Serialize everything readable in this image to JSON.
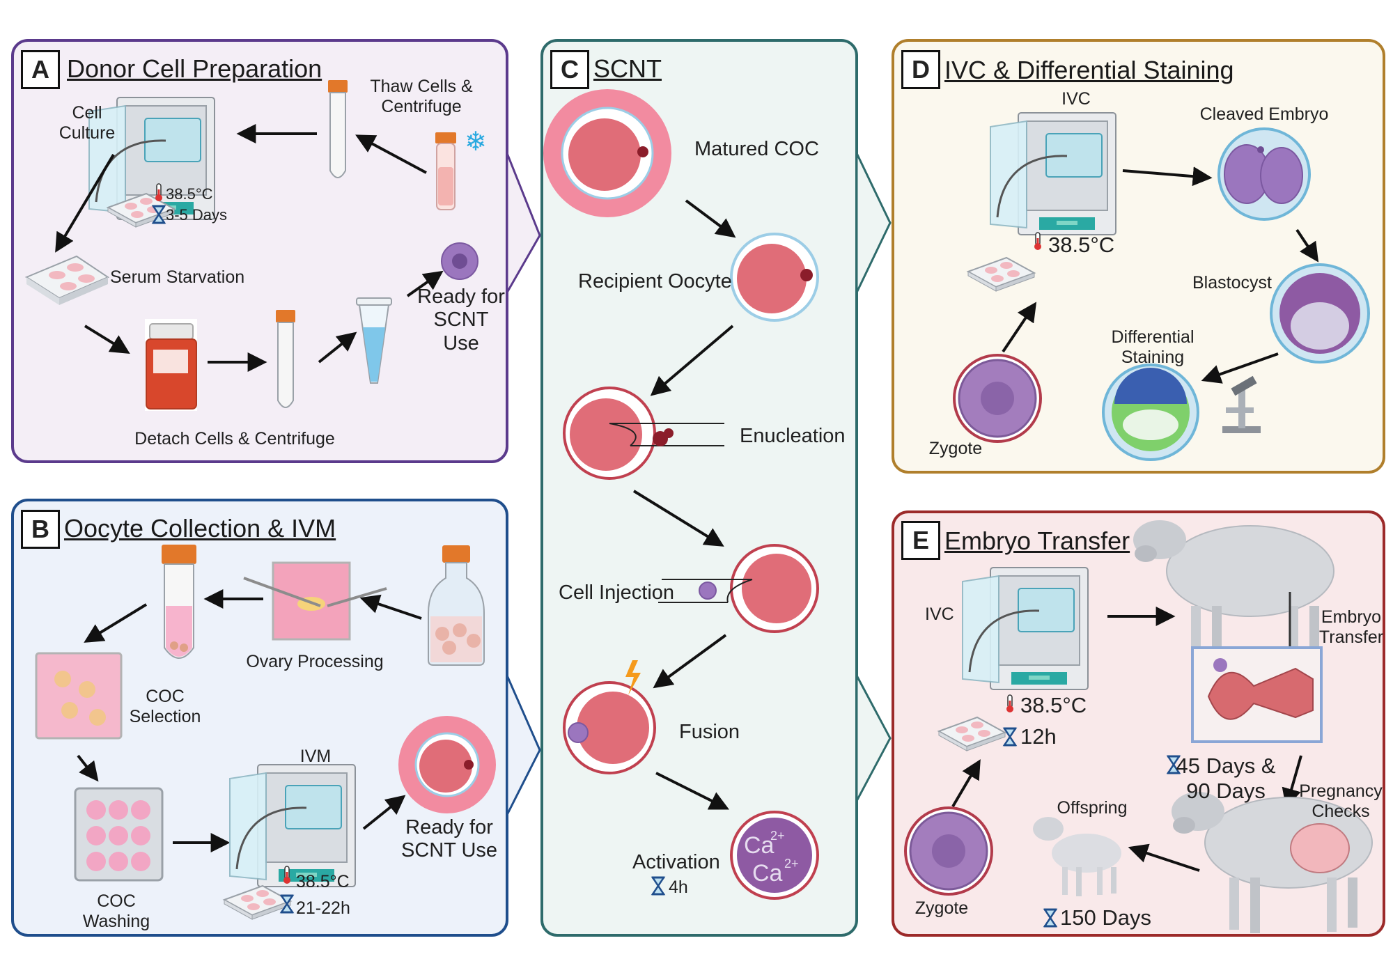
{
  "panels": {
    "a": {
      "letter": "A",
      "title": "Donor Cell Preparation",
      "cell_culture": "Cell\nCulture",
      "thaw": "Thaw Cells &\nCentrifuge",
      "temp": "38.5°C",
      "duration": "3-5 Days",
      "serum": "Serum Starvation",
      "ready": "Ready for\nSCNT\nUse",
      "detach": "Detach Cells & Centrifuge"
    },
    "b": {
      "letter": "B",
      "title": "Oocyte Collection & IVM",
      "ovary": "Ovary Processing",
      "coc_selection": "COC\nSelection",
      "ivm": "IVM",
      "coc_washing": "COC\nWashing",
      "temp": "38.5°C",
      "duration": "21-22h",
      "ready": "Ready for\nSCNT Use"
    },
    "c": {
      "letter": "C",
      "title": "SCNT",
      "matured": "Matured COC",
      "recipient": "Recipient Oocyte",
      "enucleation": "Enucleation",
      "injection": "Cell Injection",
      "fusion": "Fusion",
      "activation": "Activation",
      "duration": "4h",
      "ca1": "Ca",
      "ca2": "2+",
      "ca3": "Ca",
      "ca4": "2+"
    },
    "d": {
      "letter": "D",
      "title": "IVC & Differential Staining",
      "ivc": "IVC",
      "cleaved": "Cleaved Embryo",
      "temp": "38.5°C",
      "blastocyst": "Blastocyst",
      "staining": "Differential\nStaining",
      "zygote": "Zygote"
    },
    "e": {
      "letter": "E",
      "title": "Embryo Transfer",
      "ivc": "IVC",
      "transfer": "Embryo\nTransfer",
      "temp": "38.5°C",
      "duration": "12h",
      "checks_time": "45 Days &\n90 Days",
      "pregnancy": "Pregnancy\nChecks",
      "offspring": "Offspring",
      "zygote": "Zygote",
      "gestation": "150 Days"
    }
  },
  "colors": {
    "panel_a": "#5b3a8c",
    "panel_b": "#1f4e8c",
    "panel_c": "#2e6b6b",
    "panel_d": "#b07f2c",
    "panel_e": "#9c2a2a"
  }
}
